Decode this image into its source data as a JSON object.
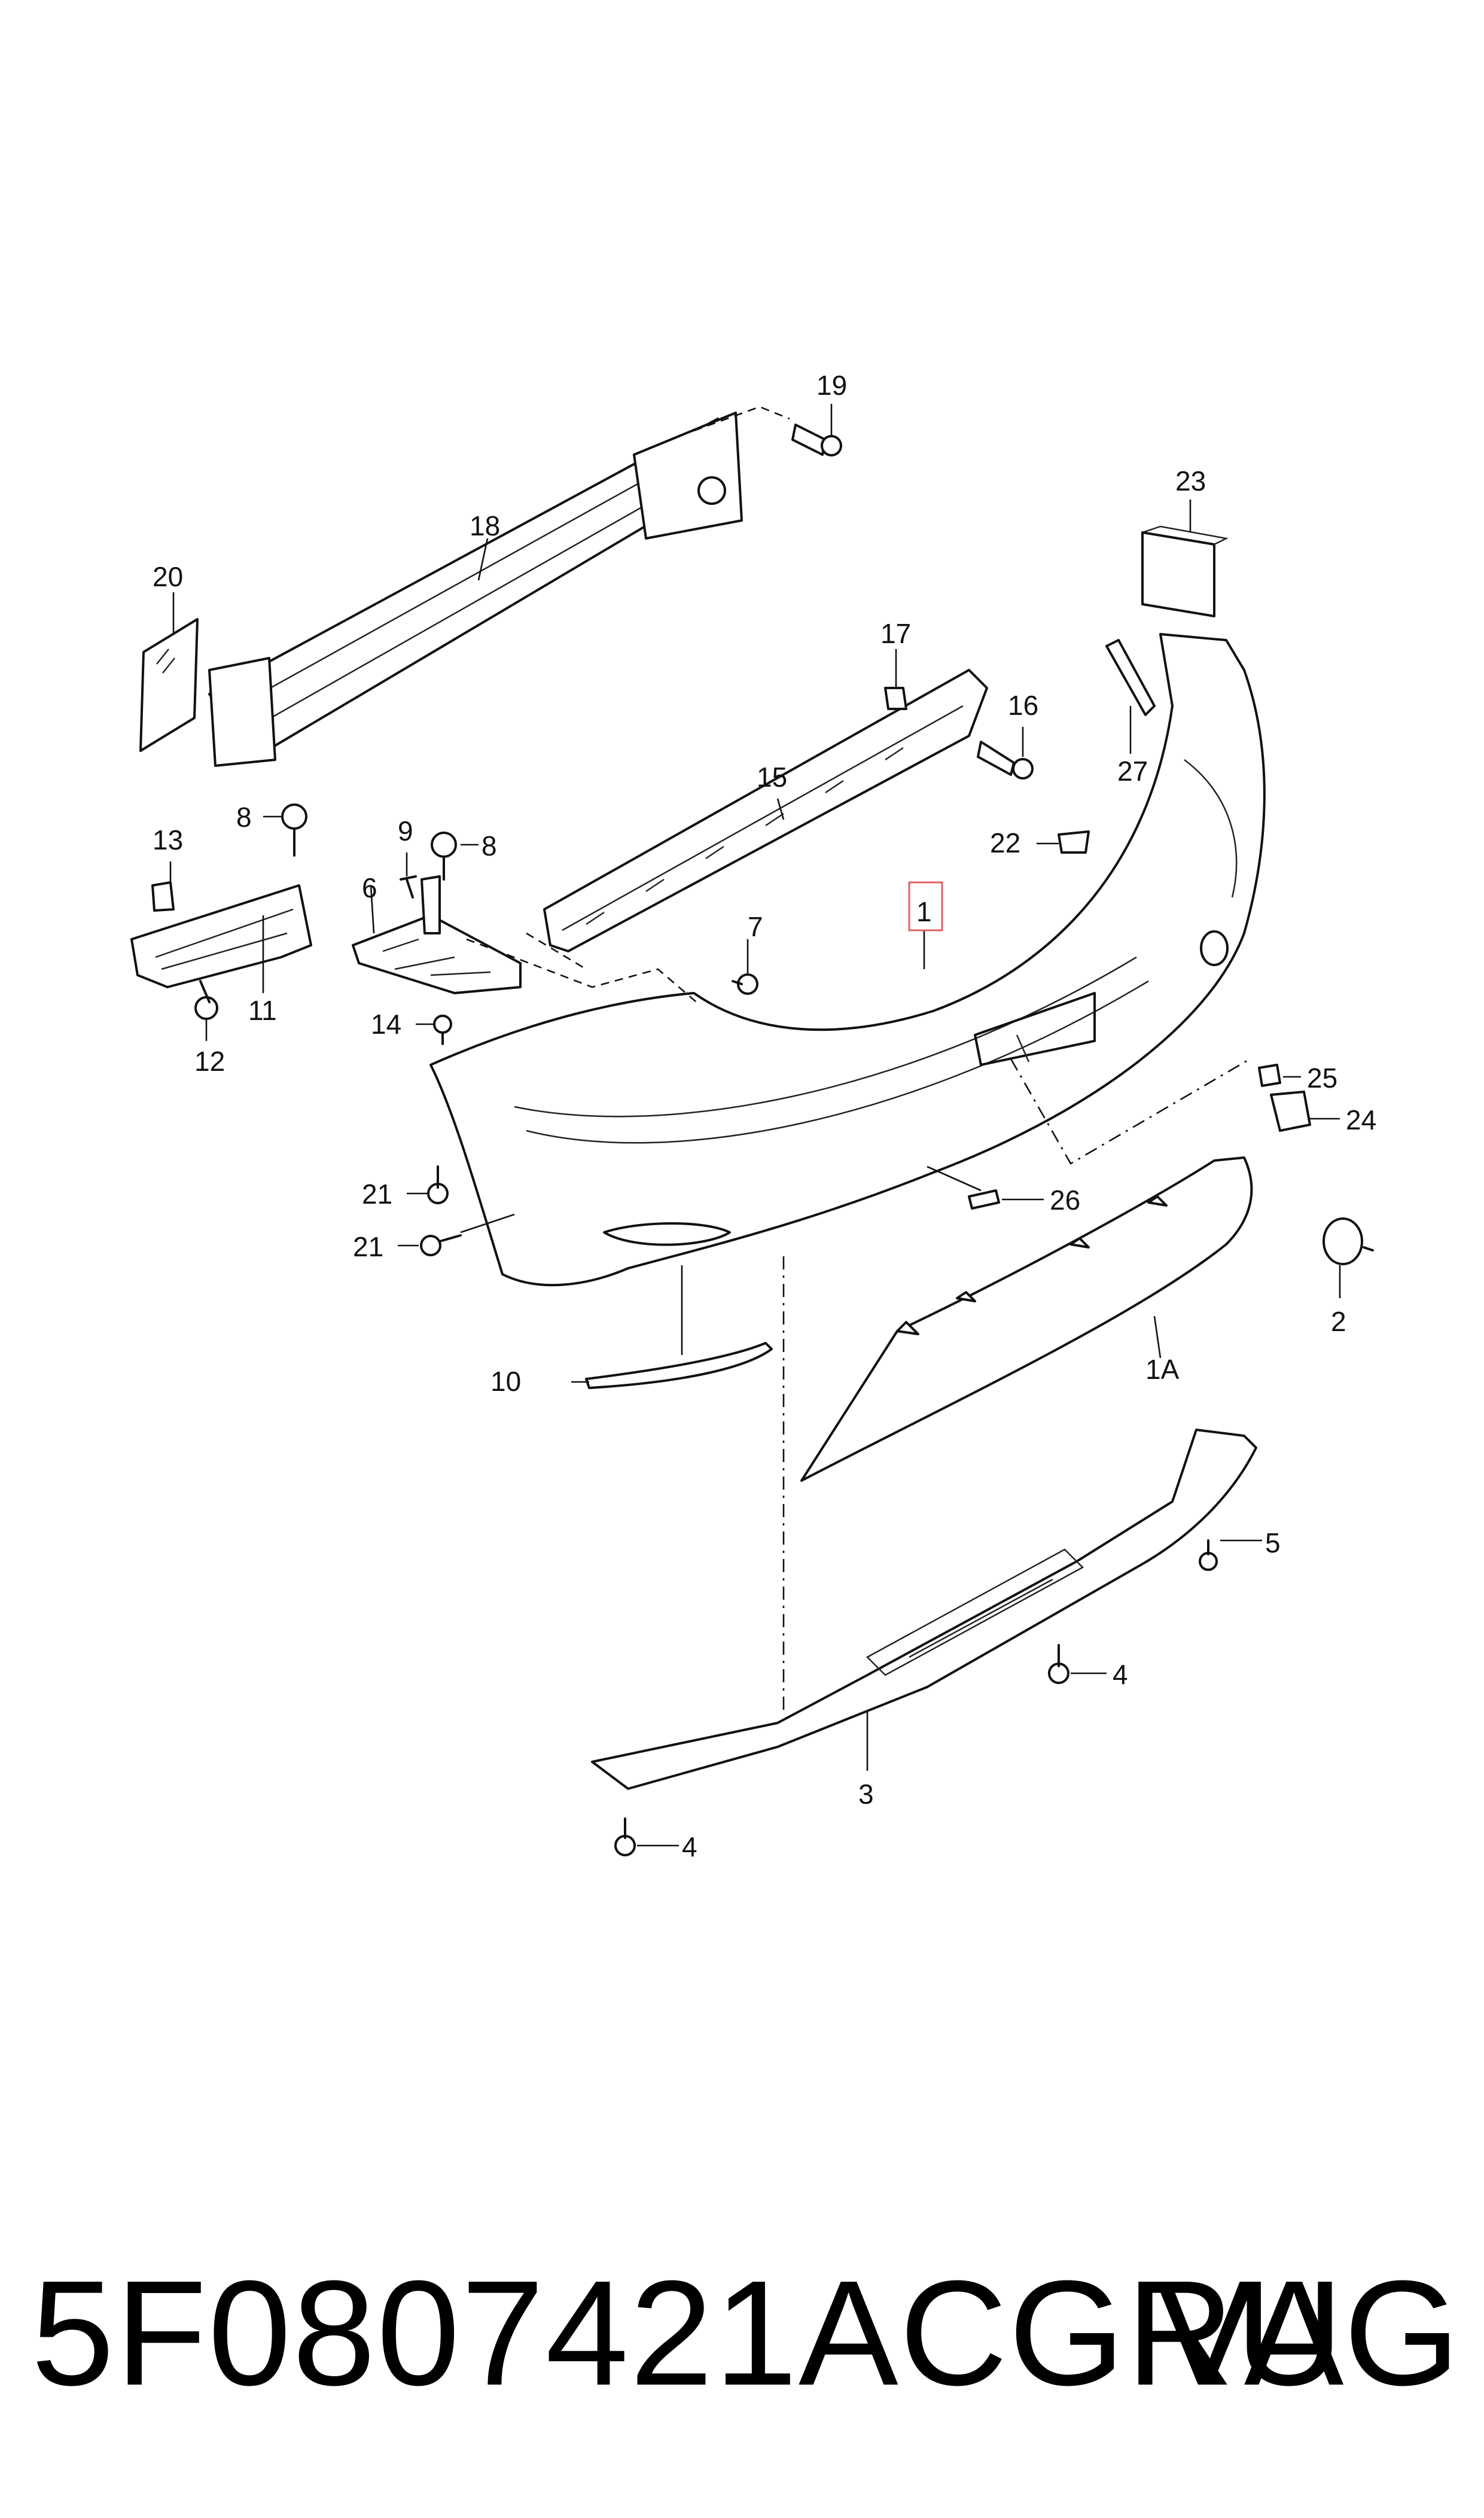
{
  "diagram": {
    "callouts": {
      "c1": "1",
      "c1a": "1A",
      "c2": "2",
      "c3": "3",
      "c4a": "4",
      "c4b": "4",
      "c5": "5",
      "c6": "6",
      "c7": "7",
      "c8a": "8",
      "c8b": "8",
      "c9": "9",
      "c10": "10",
      "c11": "11",
      "c12": "12",
      "c13": "13",
      "c14": "14",
      "c15": "15",
      "c16": "16",
      "c17": "17",
      "c18": "18",
      "c19": "19",
      "c20": "20",
      "c21a": "21",
      "c21b": "21",
      "c22": "22",
      "c23": "23",
      "c24": "24",
      "c25": "25",
      "c26": "26",
      "c27": "27"
    },
    "highlight_color": "#e0606a"
  },
  "footer": {
    "part_number": "5F0807421ACGRU",
    "brand": "VAG"
  }
}
